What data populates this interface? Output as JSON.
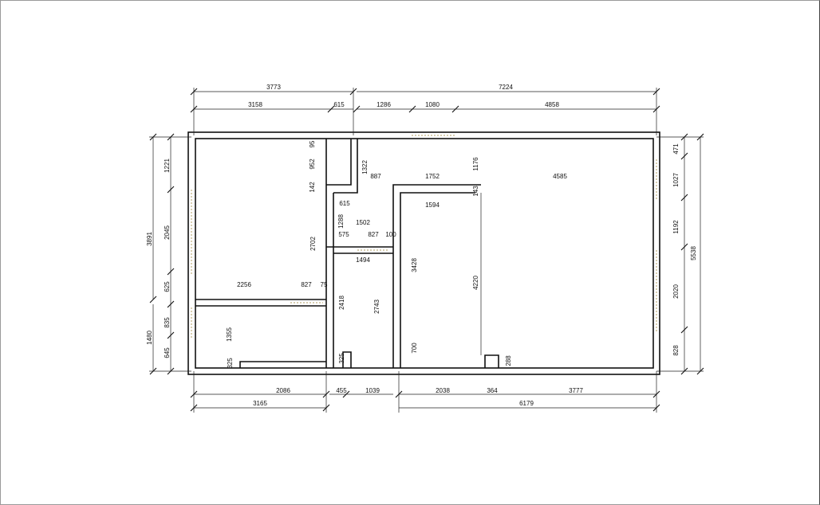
{
  "drawing": {
    "type": "floor-plan",
    "dimensions_mm": {
      "top": [
        "3773",
        "7224",
        "3158",
        "615",
        "1286",
        "1080",
        "4858"
      ],
      "interior_h": [
        "887",
        "1752",
        "4585",
        "615",
        "1594",
        "1502",
        "575",
        "827",
        "100",
        "1494",
        "2256",
        "827",
        "75"
      ],
      "bottom": [
        "2086",
        "455",
        "1039",
        "2038",
        "364",
        "3777",
        "3165",
        "6179"
      ],
      "left_v": [
        "3891",
        "1221",
        "2045",
        "625",
        "1480",
        "835",
        "645",
        "1355",
        "325"
      ],
      "interior_v": [
        "95",
        "952",
        "142",
        "1322",
        "1176",
        "143",
        "1288",
        "2702",
        "2418",
        "2743",
        "3428",
        "4220",
        "700",
        "325",
        "288"
      ],
      "right_v": [
        "471",
        "1027",
        "1192",
        "5538",
        "2020",
        "828"
      ]
    }
  }
}
